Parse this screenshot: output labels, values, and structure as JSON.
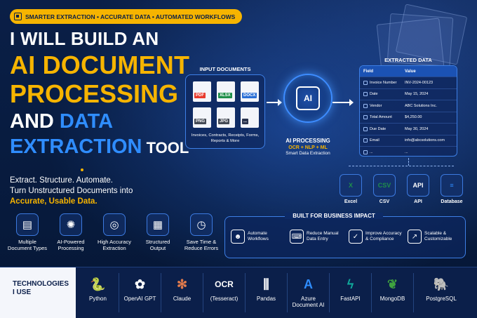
{
  "banner": {
    "text": "SMARTER EXTRACTION • ACCURATE DATA • AUTOMATED WORKFLOWS",
    "icon": "cpu-icon"
  },
  "headline": {
    "line1": "I WILL BUILD AN",
    "line2": "AI DOCUMENT",
    "line3": "PROCESSING",
    "line4_a": "AND ",
    "line4_b": "DATA",
    "line5_a": "EXTRACTION",
    "line5_b": " TOOL"
  },
  "subtext": {
    "line1": "Extract. Structure. Automate.",
    "line2": "Turn Unstructured Documents into",
    "line3": "Accurate, Usable Data."
  },
  "features": [
    {
      "icon": "document-icon",
      "glyph": "▤",
      "label": "Multiple Document Types"
    },
    {
      "icon": "brain-icon",
      "glyph": "✺",
      "label": "AI-Powered Processing"
    },
    {
      "icon": "target-icon",
      "glyph": "◎",
      "label": "High Accuracy Extraction"
    },
    {
      "icon": "grid-icon",
      "glyph": "▦",
      "label": "Structured Output"
    },
    {
      "icon": "clock-icon",
      "glyph": "◷",
      "label": "Save Time & Reduce Errors"
    }
  ],
  "input_documents": {
    "title": "INPUT DOCUMENTS",
    "files": [
      {
        "label": "PDF",
        "color": "#e8392c"
      },
      {
        "label": "XLSX",
        "color": "#1f8f4a"
      },
      {
        "label": "DOCX",
        "color": "#2a6fd6"
      },
      {
        "label": "PNG",
        "color": "#444a55"
      },
      {
        "label": "JPG",
        "color": "#444a55"
      },
      {
        "label": "...",
        "color": "#2b3550"
      }
    ],
    "caption": "Invoices, Contracts, Receipts, Forms, Reports & More"
  },
  "ai": {
    "chip": "AI",
    "title": "AI PROCESSING",
    "tech": "OCR + NLP + ML",
    "desc": "Smart Data Extraction"
  },
  "extracted": {
    "title": "EXTRACTED DATA",
    "headers": [
      "Field",
      "Value"
    ],
    "rows": [
      [
        "Invoice Number",
        "INV-2024-00123"
      ],
      [
        "Date",
        "May 15, 2024"
      ],
      [
        "Vendor",
        "ABC Solutions Inc."
      ],
      [
        "Total Amount",
        "$4,250.00"
      ],
      [
        "Due Date",
        "May 30, 2024"
      ],
      [
        "Email",
        "info@abcsolutions.com"
      ],
      [
        "...",
        "..."
      ]
    ]
  },
  "outputs": [
    {
      "icon": "excel-icon",
      "glyph": "X",
      "label": "Excel",
      "color": "#1f8f4a"
    },
    {
      "icon": "csv-icon",
      "glyph": "CSV",
      "label": "CSV",
      "color": "#1f8f4a"
    },
    {
      "icon": "api-icon",
      "glyph": "API",
      "label": "API",
      "color": "#ffffff"
    },
    {
      "icon": "database-icon",
      "glyph": "≡",
      "label": "Database",
      "color": "#2f8dff"
    }
  ],
  "impact": {
    "title": "BUILT FOR BUSINESS IMPACT",
    "items": [
      {
        "icon": "robot-icon",
        "glyph": "☻",
        "label": "Automate Workflows"
      },
      {
        "icon": "keyboard-icon",
        "glyph": "⌨",
        "label": "Reduce Manual Data Entry"
      },
      {
        "icon": "shield-check-icon",
        "glyph": "✓",
        "label": "Improve Accuracy & Compliance"
      },
      {
        "icon": "growth-chart-icon",
        "glyph": "↗",
        "label": "Scalable & Customizable"
      }
    ]
  },
  "technologies": {
    "label_line1": "TECHNOLOGIES",
    "label_line2": "I USE",
    "items": [
      {
        "icon": "python-icon",
        "glyph": "🐍",
        "label": "Python",
        "color": "#3b7bd4"
      },
      {
        "icon": "openai-icon",
        "glyph": "✿",
        "label": "OpenAI GPT",
        "color": "#ffffff"
      },
      {
        "icon": "claude-icon",
        "glyph": "✻",
        "label": "Claude",
        "color": "#e07a4c"
      },
      {
        "icon": "ocr-icon",
        "glyph": "OCR",
        "label": "(Tesseract)",
        "color": "#ffffff"
      },
      {
        "icon": "pandas-icon",
        "glyph": "⫼",
        "label": "Pandas",
        "color": "#ffffff"
      },
      {
        "icon": "azure-icon",
        "glyph": "A",
        "label": "Azure Document AI",
        "color": "#2f8dff"
      },
      {
        "icon": "fastapi-icon",
        "glyph": "ϟ",
        "label": "FastAPI",
        "color": "#0fa89a"
      },
      {
        "icon": "mongodb-icon",
        "glyph": "❦",
        "label": "MongoDB",
        "color": "#3fa33f"
      },
      {
        "icon": "postgresql-icon",
        "glyph": "🐘",
        "label": "PostgreSQL",
        "color": "#8fb3ef"
      }
    ]
  }
}
